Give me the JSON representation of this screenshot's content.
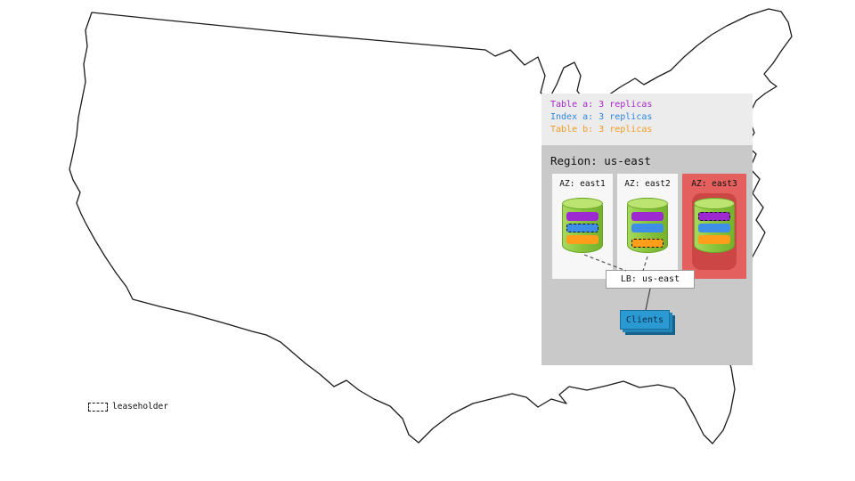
{
  "overlay_legend": {
    "items": [
      {
        "id": "table-a",
        "label": "Table a: 3 replicas",
        "color": "#a428c9"
      },
      {
        "id": "index-a",
        "label": "Index a: 3 replicas",
        "color": "#2e86e0"
      },
      {
        "id": "table-b",
        "label": "Table b: 3 replicas",
        "color": "#f59a23"
      }
    ]
  },
  "region": {
    "title": "Region: us-east",
    "azs": [
      {
        "label": "AZ: east1",
        "highlighted": false,
        "leaseholder_replica": "index-a"
      },
      {
        "label": "AZ: east2",
        "highlighted": false,
        "leaseholder_replica": "table-b"
      },
      {
        "label": "AZ: east3",
        "highlighted": true,
        "leaseholder_replica": "table-a"
      }
    ],
    "load_balancer": {
      "label": "LB: us-east"
    },
    "clients": {
      "label": "Clients"
    }
  },
  "map_legend": {
    "label": "leaseholder"
  },
  "colors": {
    "replica_table_a": "#9c2ad0",
    "replica_index_a": "#3d8fe8",
    "replica_table_b": "#ff9e1b",
    "cylinder_green": "#8cc63e",
    "az_highlight_red": "#e3605f",
    "az_highlight_inner_red": "#cd4646",
    "region_panel_bg": "#c9c9c9",
    "legend_panel_bg": "#ececec",
    "clients_blue": "#2b9ad3",
    "map_outline": "#1b1b1b"
  }
}
